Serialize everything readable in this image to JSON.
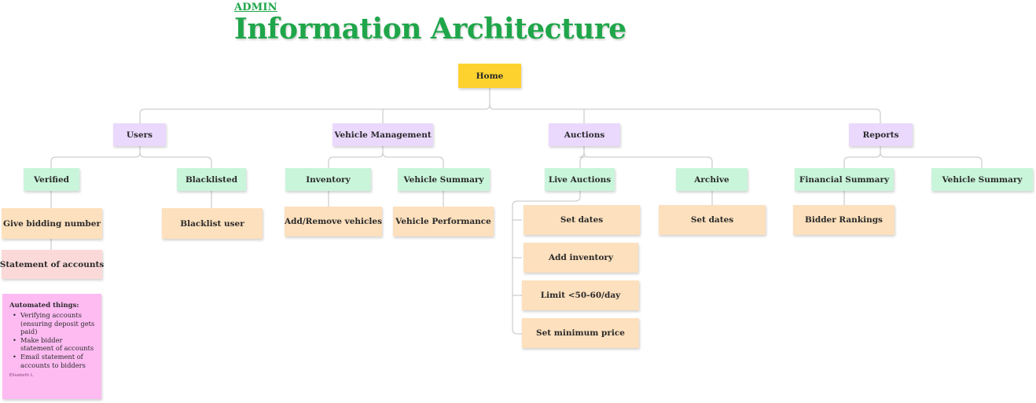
{
  "header": {
    "kicker": "ADMIN",
    "title": "Information Architecture"
  },
  "colors": {
    "title_green": "#1fa64a",
    "home": "#fdd22f",
    "section": "#ead9fd",
    "subsection": "#c9f5da",
    "task": "#fde0bd",
    "statement": "#fcd9d9",
    "note": "#fdbbf2",
    "connector": "#cfcfcf"
  },
  "nodes": {
    "home": "Home",
    "users": "Users",
    "vehicle_management": "Vehicle Management",
    "auctions": "Auctions",
    "reports": "Reports",
    "verified": "Verified",
    "blacklisted": "Blacklisted",
    "inventory": "Inventory",
    "vehicle_summary_vm": "Vehicle Summary",
    "live_auctions": "Live Auctions",
    "archive": "Archive",
    "financial_summary": "Financial Summary",
    "vehicle_summary_reports": "Vehicle Summary",
    "give_bidding_number": "Give bidding number",
    "statement_of_accounts": "Statement of accounts",
    "blacklist_user": "Blacklist user",
    "add_remove_vehicles": "Add/Remove vehicles",
    "vehicle_performance": "Vehicle Performance",
    "set_dates_live": "Set dates",
    "add_inventory": "Add inventory",
    "limit_per_day": "Limit <50-60/day",
    "set_minimum_price": "Set minimum price",
    "set_dates_archive": "Set dates",
    "bidder_rankings": "Bidder Rankings"
  },
  "note": {
    "title": "Automated things:",
    "items": [
      "Verifying accounts (ensuring deposit gets paid)",
      "Make bidder statement of accounts",
      "Email statement of accounts to bidders"
    ],
    "author": "Elisabeth L"
  }
}
